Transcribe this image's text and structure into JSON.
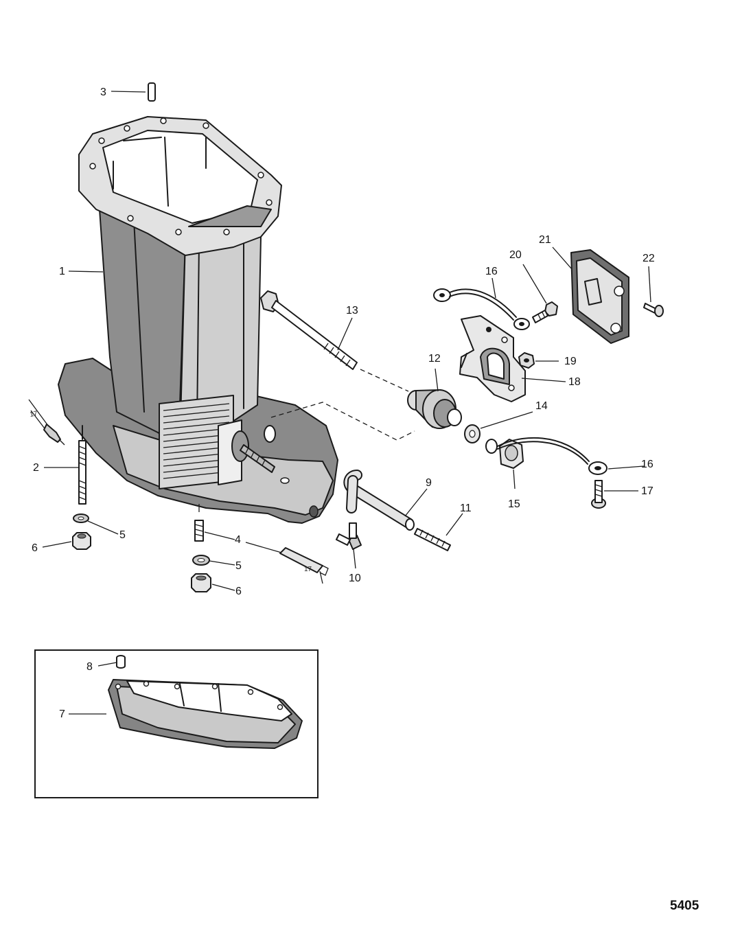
{
  "callouts": {
    "c1": "1",
    "c2": "2",
    "c3": "3",
    "c4": "4",
    "c5a": "5",
    "c5b": "5",
    "c6a": "6",
    "c6b": "6",
    "c7": "7",
    "c8": "8",
    "c9": "9",
    "c10": "10",
    "c11": "11",
    "c12": "12",
    "c13": "13",
    "c14": "14",
    "c15": "15",
    "c16a": "16",
    "c16b": "16",
    "c17a": "17",
    "c17b": "17",
    "c17c": "17",
    "c17d": "17",
    "c18": "18",
    "c19": "19",
    "c20": "20",
    "c21": "21",
    "c22": "22"
  },
  "figure_number": "5405",
  "colors": {
    "ink": "#1a1a1a",
    "shade": "#7a7a7a",
    "paper": "#ffffff"
  }
}
